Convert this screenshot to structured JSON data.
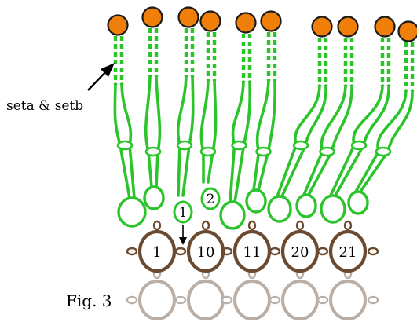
{
  "figure_label": "Fig. 3",
  "callout_label": "seta & setb",
  "ring_labels": [
    "1",
    "10",
    "11",
    "20",
    "21"
  ],
  "inner_labels": [
    "1",
    "2"
  ],
  "colors": {
    "orange_fill": "#f07f09",
    "green": "#2bc52b",
    "brown": "#6b4a2f",
    "faded": "#b9afa7",
    "black": "#000000"
  }
}
